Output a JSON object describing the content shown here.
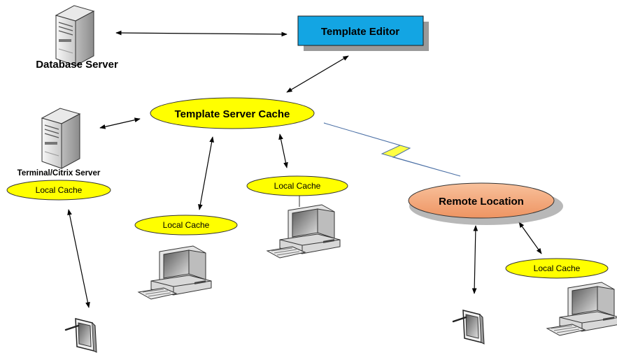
{
  "nodes": {
    "database_server": {
      "label": "Database Server"
    },
    "template_editor": {
      "label": "Template Editor",
      "fill": "#13a5e3"
    },
    "template_server_cache": {
      "label": "Template Server Cache",
      "fill": "#ffff00"
    },
    "terminal_server": {
      "label": "Terminal/Citrix Server"
    },
    "terminal_local_cache": {
      "label": "Local Cache"
    },
    "client1_local_cache": {
      "label": "Local Cache"
    },
    "client2_local_cache": {
      "label": "Local Cache"
    },
    "remote_location": {
      "label": "Remote Location",
      "fill": "#f4a77a"
    },
    "remote_local_cache": {
      "label": "Local Cache"
    }
  },
  "icons": [
    "server-icon",
    "desktop-computer-icon",
    "tablet-icon",
    "lightning-link-icon"
  ],
  "colors": {
    "cache": "#ffff00",
    "editor": "#13a5e3",
    "remote": "#f4a77a",
    "shadow": "#9a9a9a",
    "lightning": "#ffff44"
  }
}
